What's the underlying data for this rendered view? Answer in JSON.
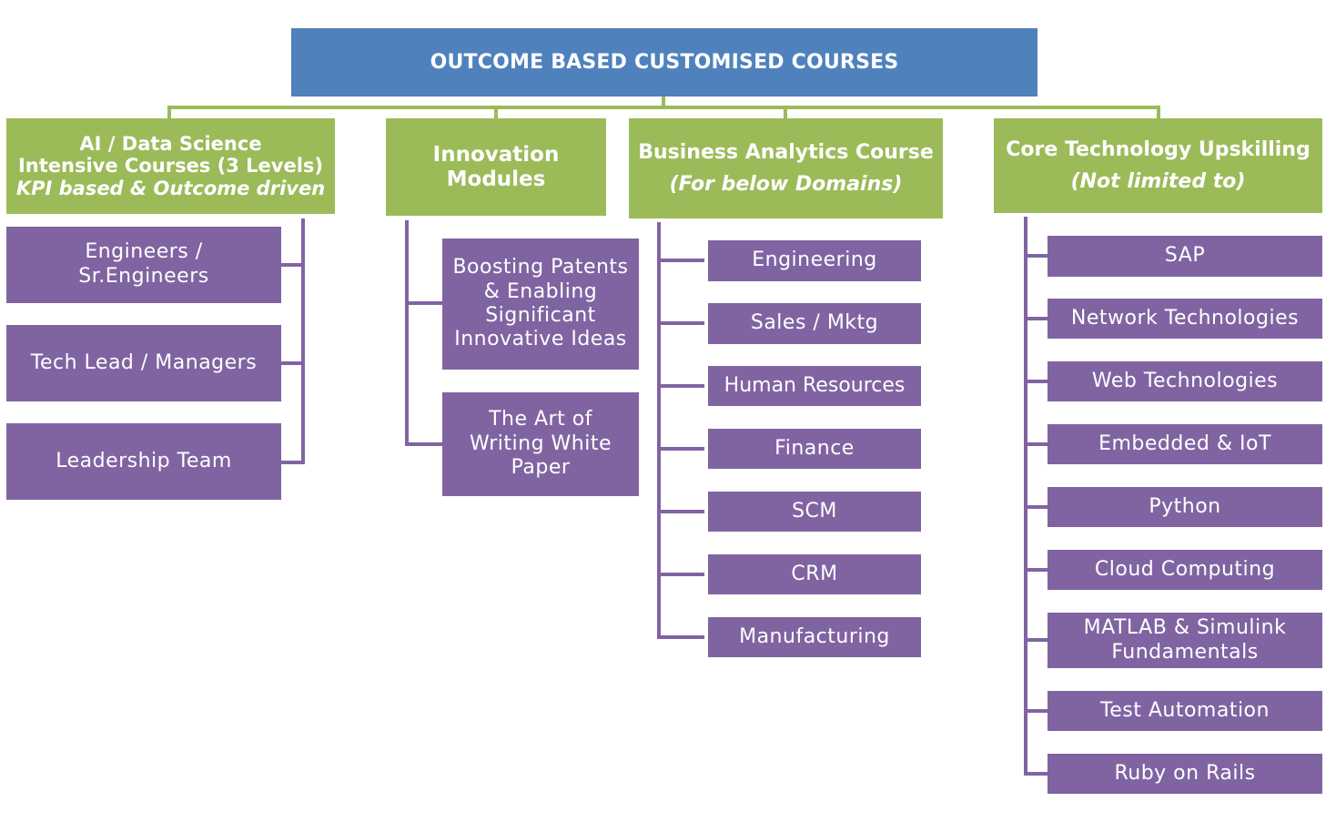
{
  "title": "OUTCOME BASED CUSTOMISED COURSES",
  "colors": {
    "root": "#4F81BD",
    "category": "#9BBB59",
    "item": "#8064A2",
    "text": "#FFFFFF"
  },
  "categories": [
    {
      "title": "AI / Data Science Intensive Courses (3 Levels)",
      "title_lines": [
        "AI / Data Science",
        "Intensive Courses (3 Levels)"
      ],
      "subtitle": "KPI based & Outcome driven",
      "items": [
        "Engineers / Sr.Engineers",
        "Tech Lead / Managers",
        "Leadership Team"
      ]
    },
    {
      "title": "Innovation Modules",
      "title_lines": [
        "Innovation",
        "Modules"
      ],
      "subtitle": "",
      "items": [
        "Boosting Patents & Enabling Significant Innovative Ideas",
        "The Art of Writing White Paper"
      ]
    },
    {
      "title": "Business Analytics Course",
      "title_lines": [
        "Business Analytics Course"
      ],
      "subtitle": "(For below Domains)",
      "items": [
        "Engineering",
        "Sales / Mktg",
        "Human Resources",
        "Finance",
        "SCM",
        "CRM",
        "Manufacturing"
      ]
    },
    {
      "title": "Core Technology Upskilling",
      "title_lines": [
        "Core Technology Upskilling"
      ],
      "subtitle": "(Not limited to)",
      "items": [
        "SAP",
        "Network Technologies",
        "Web Technologies",
        "Embedded & IoT",
        "Python",
        "Cloud Computing",
        "MATLAB & Simulink Fundamentals",
        "Test Automation",
        "Ruby on Rails"
      ]
    }
  ]
}
